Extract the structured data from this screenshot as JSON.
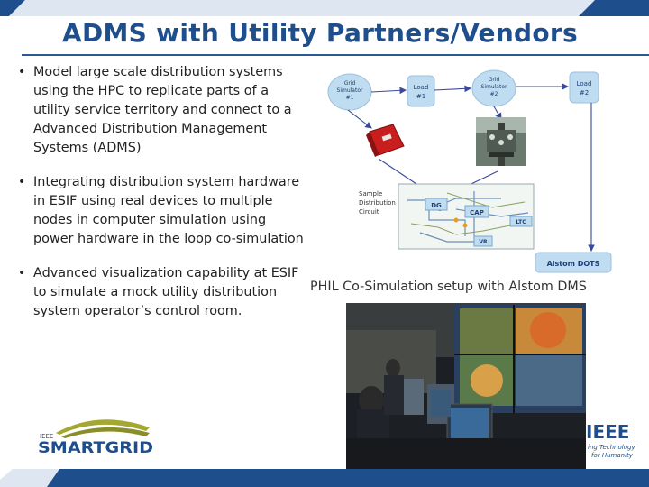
{
  "slide": {
    "title": "ADMS with Utility Partners/Vendors",
    "bullets": [
      "Model large scale distribution systems using the HPC to replicate parts of a utility service territory and connect to a Advanced Distribution Management Systems (ADMS)",
      "Integrating distribution system hardware in ESIF using real devices to multiple nodes in computer simulation using power hardware in the loop co-simulation",
      "Advanced visualization capability at ESIF to simulate a mock utility distribution system operator’s control room."
    ],
    "caption": "PHIL Co-Simulation setup with Alstom DMS"
  },
  "diagram": {
    "grid_sim_1": [
      "Grid",
      "Simulator",
      "#1"
    ],
    "load_1": [
      "Load",
      "#1"
    ],
    "grid_sim_2": [
      "Grid",
      "Simulator",
      "#2"
    ],
    "load_2": [
      "Load",
      "#2"
    ],
    "sample_circuit": [
      "Sample",
      "Distribution",
      "Circuit"
    ],
    "dg": "DG",
    "cap": "CAP",
    "ltc": "LTC",
    "vr": "VR",
    "alstom": "Alstom DOTS"
  },
  "logos": {
    "ieee_small": "IEEE",
    "smartgrid": "SMARTGRID",
    "ieee": "IEEE",
    "ieee_tag_1": "ing Technology",
    "ieee_tag_2": "for Humanity"
  },
  "colors": {
    "title": "#1f4e8c",
    "bar_dark": "#1f4e8c",
    "bar_light": "#dde6f1",
    "node_fill": "#bfdcf0",
    "node_text": "#1f3f7a",
    "arrow": "#3a4a9a"
  }
}
